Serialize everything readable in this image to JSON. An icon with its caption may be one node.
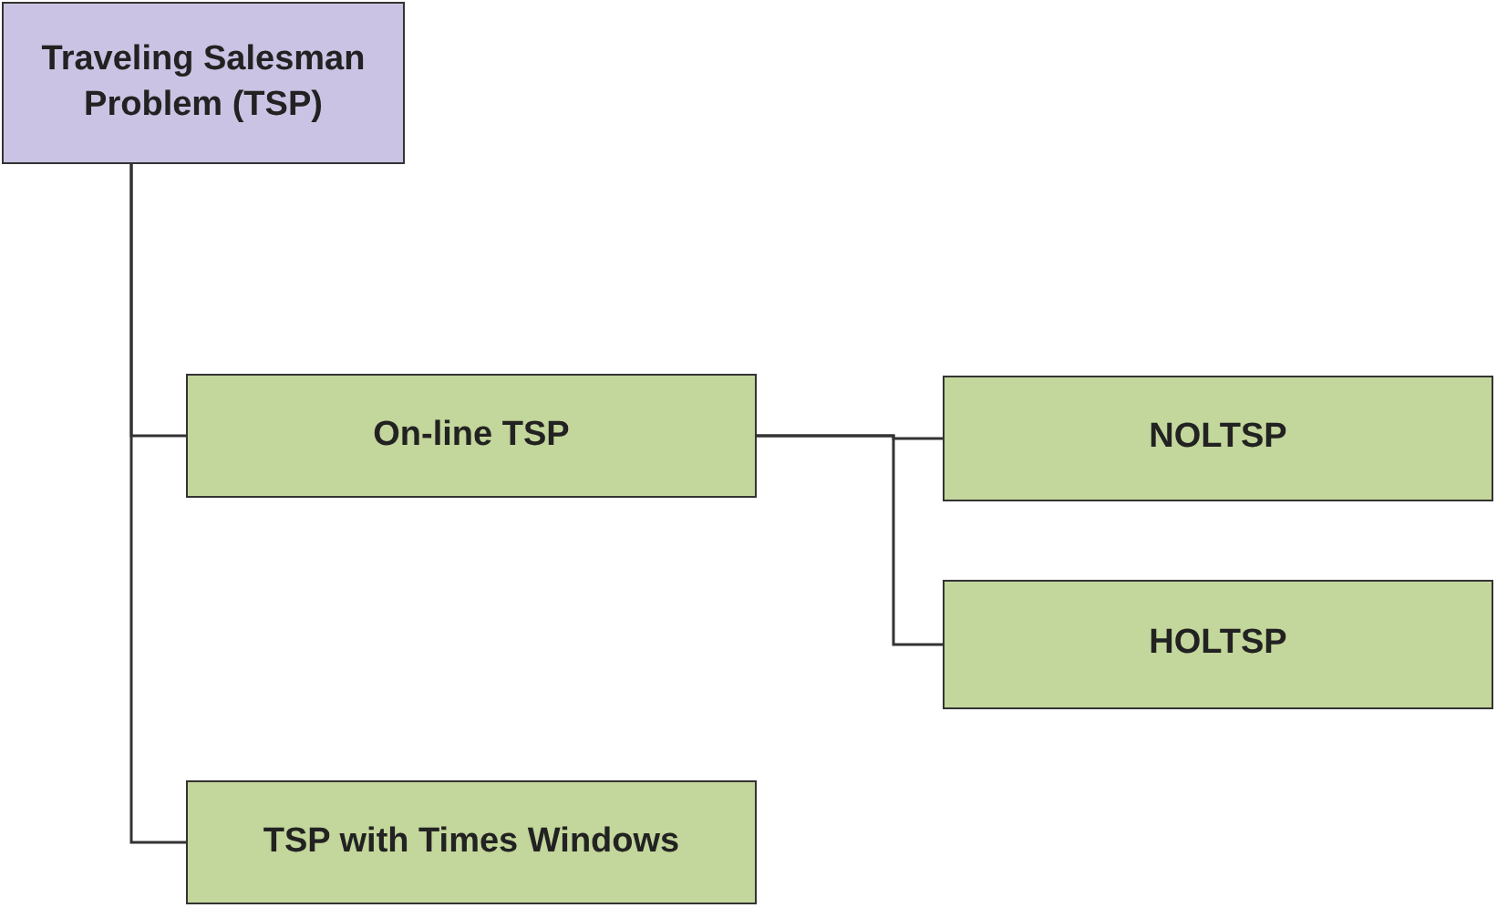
{
  "diagram": {
    "nodes": [
      {
        "text": [
          "Traveling Salesman Problem (TSP)"
        ]
      },
      {
        "text": [
          "On-line TSP"
        ]
      },
      {
        "text": [
          "NOLTSP"
        ]
      },
      {
        "text": [
          "HOLTSP"
        ]
      },
      {
        "text": [
          "TSP with Times Windows"
        ]
      }
    ],
    "edges": [
      {
        "from": 0,
        "to": 1,
        "arrow": "none"
      },
      {
        "from": 0,
        "to": 4,
        "arrow": "none"
      },
      {
        "from": 1,
        "to": 2,
        "arrow": "none"
      },
      {
        "from": 1,
        "to": 3,
        "arrow": "none"
      }
    ]
  }
}
